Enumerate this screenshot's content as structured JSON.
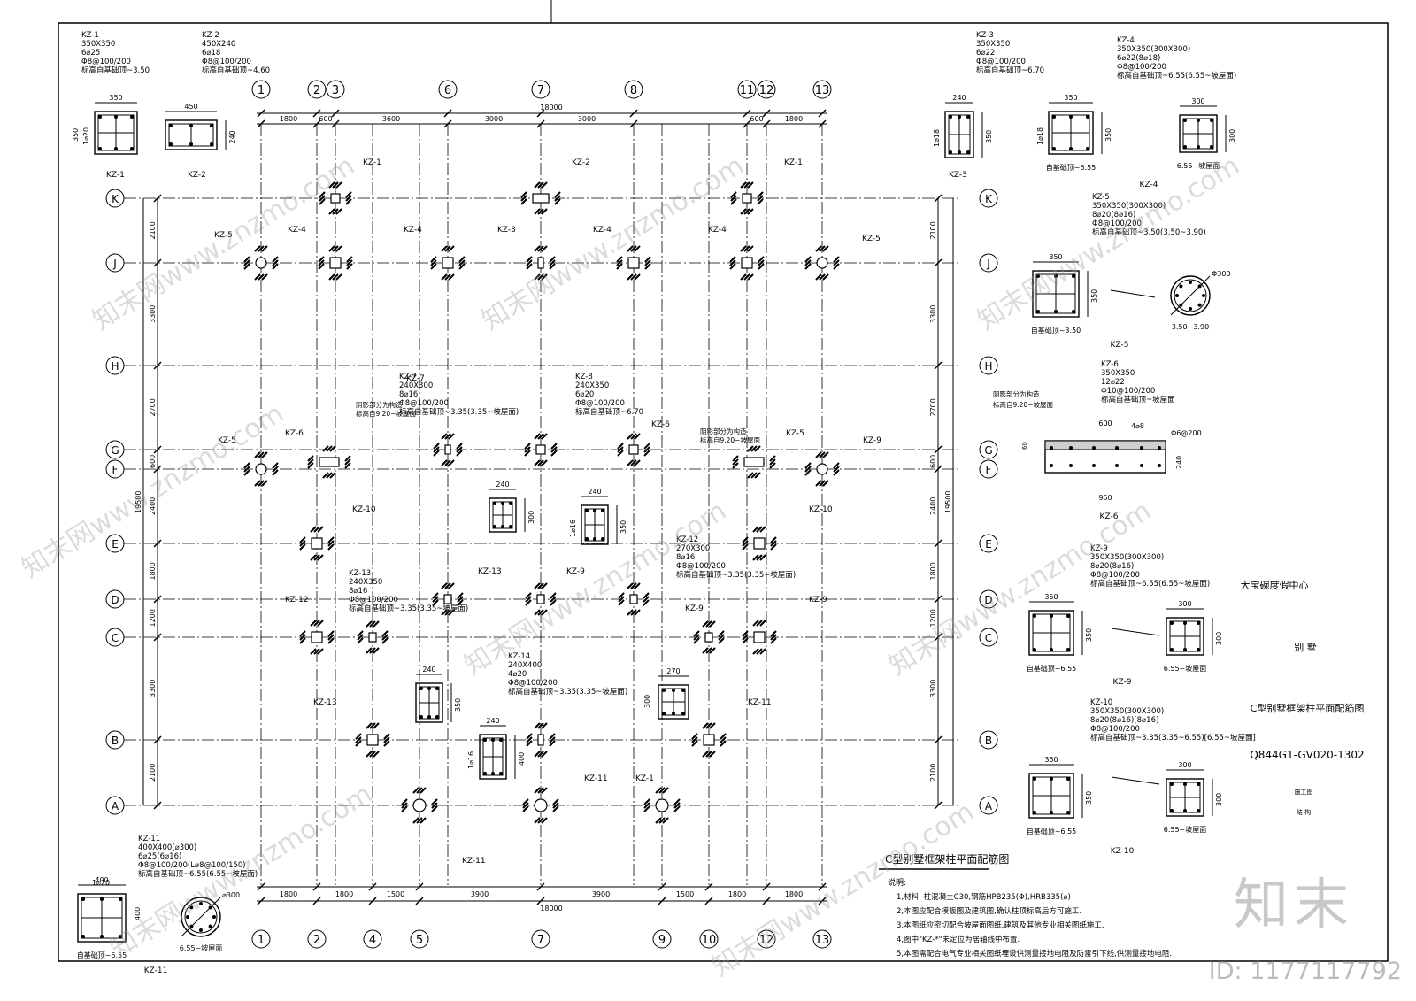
{
  "top_dims": [
    "1800",
    "600",
    "3600",
    "3000",
    "3000",
    "600",
    "1800"
  ],
  "top_total": "18000",
  "bottom_dims": [
    "1800",
    "1800",
    "1500",
    "3900",
    "3900",
    "1500",
    "1800",
    "1800"
  ],
  "bottom_total": "18000",
  "top_axes": [
    "1",
    "2",
    "3",
    "6",
    "7",
    "8",
    "11",
    "12",
    "13"
  ],
  "bottom_axes": [
    "1",
    "2",
    "4",
    "5",
    "7",
    "9",
    "10",
    "12",
    "13"
  ],
  "rows": [
    "K",
    "J",
    "H",
    "G",
    "F",
    "E",
    "D",
    "C",
    "B",
    "A"
  ],
  "left_dims": [
    "2100",
    "3300",
    "2700",
    "600",
    "2400",
    "1800",
    "1200",
    "3300",
    "2100"
  ],
  "left_total": "19500",
  "right_dims": [
    "2100",
    "3300",
    "2700",
    "600",
    "2400",
    "1800",
    "1200",
    "3300",
    "2100"
  ],
  "right_total": "19500",
  "column_labels": [
    "KZ-1",
    "KZ-2",
    "KZ-1",
    "KZ-5",
    "KZ-4",
    "KZ-4",
    "KZ-3",
    "KZ-4",
    "KZ-4",
    "KZ-5",
    "KZ-5",
    "KZ-6",
    "KZ-7",
    "KZ-6",
    "KZ-5",
    "KZ-9",
    "KZ-12",
    "KZ-13",
    "KZ-9",
    "KZ-9",
    "KZ-13",
    "KZ-9",
    "KZ-10",
    "KZ-10",
    "KZ-11",
    "KZ-11",
    "KZ-11"
  ],
  "notes_kz1": {
    "name": "KZ-1",
    "size": "350X350",
    "bars": "6⌀25",
    "stirrup": "Φ8@100/200",
    "elev": "标高自基础顶~3.50",
    "w": "350",
    "h": "350",
    "side": "1⌀20"
  },
  "notes_kz2": {
    "name": "KZ-2",
    "size": "450X240",
    "bars": "6⌀18",
    "stirrup": "Φ8@100/200",
    "elev": "标高自基础顶~4.60",
    "w": "450",
    "h": "240"
  },
  "notes_kz3": {
    "name": "KZ-3",
    "size": "350X350",
    "bars": "6⌀22",
    "stirrup": "Φ8@100/200",
    "elev": "标高自基础顶~6.70",
    "w": "240",
    "h": "350",
    "side": "1⌀18"
  },
  "notes_kz4": {
    "name": "KZ-4",
    "size": "350X350(300X300)",
    "bars": "6⌀22(8⌀18)",
    "stirrup": "Φ8@100/200",
    "elev": "标高自基础顶~6.55(6.55~坡屋面)",
    "w1": "350",
    "h1": "350",
    "w2": "300",
    "h2": "300",
    "side": "1⌀18",
    "cap1": "自基础顶~6.55",
    "cap2": "6.55~坡屋面"
  },
  "notes_kz5": {
    "name": "KZ-5",
    "size": "350X350(300X300)",
    "bars": "8⌀20(8⌀16)",
    "stirrup": "Φ8@100/200",
    "elev": "标高自基础顶~3.50(3.50~3.90)",
    "w": "350",
    "h": "350",
    "dia": "Φ300",
    "cap1": "自基础顶~3.50",
    "cap2": "3.50~3.90"
  },
  "notes_kz6": {
    "name": "KZ-6",
    "size": "350X350",
    "bars": "12⌀22",
    "stirrup": "Φ10@100/200",
    "elev": "标高自基础顶~坡屋面",
    "shade": "阴影部分为构造",
    "shade2": "标高自9.20~坡屋面",
    "w": "950",
    "h": "240",
    "top": "600",
    "bar2": "4⌀8",
    "st2": "Φ6@200",
    "left": "60"
  },
  "notes_kz7": {
    "name": "KZ-7",
    "size": "240X300",
    "bars": "8⌀16",
    "stirrup": "Φ8@100/200",
    "elev": "标高自基础顶~3.35(3.35~坡屋面)",
    "w": "240",
    "h": "300"
  },
  "notes_kz8": {
    "name": "KZ-8",
    "size": "240X350",
    "bars": "6⌀20",
    "stirrup": "Φ8@100/200",
    "elev": "标高自基础顶~6.70",
    "w": "240",
    "h": "350",
    "side": "1⌀16"
  },
  "notes_kz9": {
    "name": "KZ-9",
    "size": "350X350(300X300)",
    "bars": "8⌀20(8⌀16)",
    "stirrup": "Φ8@100/200",
    "elev": "标高自基础顶~6.55(6.55~坡屋面)",
    "cap1": "自基础顶~6.55",
    "cap2": "6.55~坡屋面"
  },
  "notes_kz10": {
    "name": "KZ-10",
    "size": "350X350(300X300)",
    "bars": "8⌀20(8⌀16)[8⌀16]",
    "stirrup": "Φ8@100/200",
    "elev": "标高自基础顶~3.35(3.35~6.55)[6.55~坡屋面]",
    "cap1": "自基础顶~6.55",
    "cap2": "6.55~坡屋面"
  },
  "notes_kz11": {
    "name": "KZ-11",
    "size": "400X400(⌀300)",
    "bars": "6⌀25(6⌀16)",
    "stirrup": "Φ8@100/200(L⌀8@100/150)",
    "elev": "标高自基础顶~6.55(6.55~坡屋面)",
    "w": "400",
    "h": "400",
    "side": "1⌀20",
    "dia": "⌀300",
    "cap1": "自基础顶~6.55",
    "cap2": "6.55~坡屋面"
  },
  "notes_kz12": {
    "name": "KZ-12",
    "size": "270X300",
    "bars": "8⌀16",
    "stirrup": "Φ8@100/200",
    "elev": "标高自基础顶~3.35(3.35~坡屋面)",
    "w": "270",
    "h": "300"
  },
  "notes_kz13": {
    "name": "KZ-13",
    "size": "240X350",
    "bars": "8⌀16",
    "stirrup": "Φ8@100/200",
    "elev": "标高自基础顶~3.35(3.35~坡屋面)",
    "w": "240",
    "h": "350"
  },
  "notes_kz14": {
    "name": "KZ-14",
    "size": "240X400",
    "bars": "4⌀20",
    "stirrup": "Φ8@100/200",
    "elev": "标高自基础顶~3.35(3.35~坡屋面)",
    "w": "240",
    "h": "400",
    "side": "1⌀16"
  },
  "shade_note": "阴影部分为构造",
  "shade_note2": "标高自9.20~坡屋面",
  "drawing_title": "C型别墅框架柱平面配筋图",
  "notes_title": "说明:",
  "notes": [
    "1,材料: 柱混凝土C30,钢筋HPB235(Φ),HRB335(⌀)",
    "2,本图应配合模板图及建筑图,确认柱顶标高后方可施工.",
    "3,本图纸应密切配合坡屋面图纸,建筑及其他专业相关图纸施工.",
    "4,图中\"KZ-*\"未定位为居轴线中布置.",
    "5,本图需配合电气专业相关图纸埋设供测量接地电阻及防雷引下线,供测量接地电阻."
  ],
  "title_block": {
    "project": "大宝碗度假中心",
    "building": "别 墅",
    "drawing": "C型别墅框架柱平面配筋图",
    "number": "Q844G1-GV020-1302",
    "small1": "施工图",
    "small2": "结 构"
  },
  "watermark": "知末网www.znzmo.com",
  "logo": "知末",
  "id_label": "ID: 1177117792"
}
